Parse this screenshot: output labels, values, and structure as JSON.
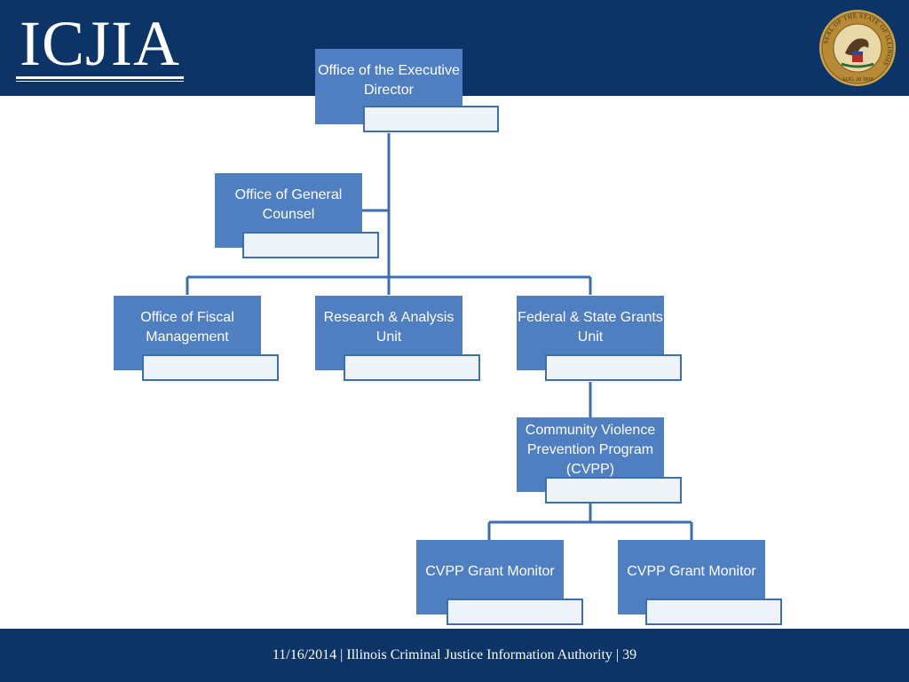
{
  "header": {
    "logo_text": "ICJIA",
    "seal_text": "SEAL OF THE STATE OF ILLINOIS",
    "seal_date": "AUG. 26 1818"
  },
  "org_chart": {
    "executive": "Office of the Executive Director",
    "general_counsel": "Office of General Counsel",
    "fiscal": "Office of Fiscal Management",
    "research": "Research & Analysis Unit",
    "grants": "Federal & State Grants Unit",
    "cvpp": "Community Violence Prevention Program (CVPP)",
    "monitor_1": "CVPP Grant Monitor",
    "monitor_2": "CVPP Grant Monitor"
  },
  "colors": {
    "header_band": "#0c3466",
    "box_fill": "#4f7fc1",
    "connector": "#3d6fae"
  },
  "footer": {
    "text": "11/16/2014 | Illinois Criminal Justice Information Authority | 39"
  }
}
